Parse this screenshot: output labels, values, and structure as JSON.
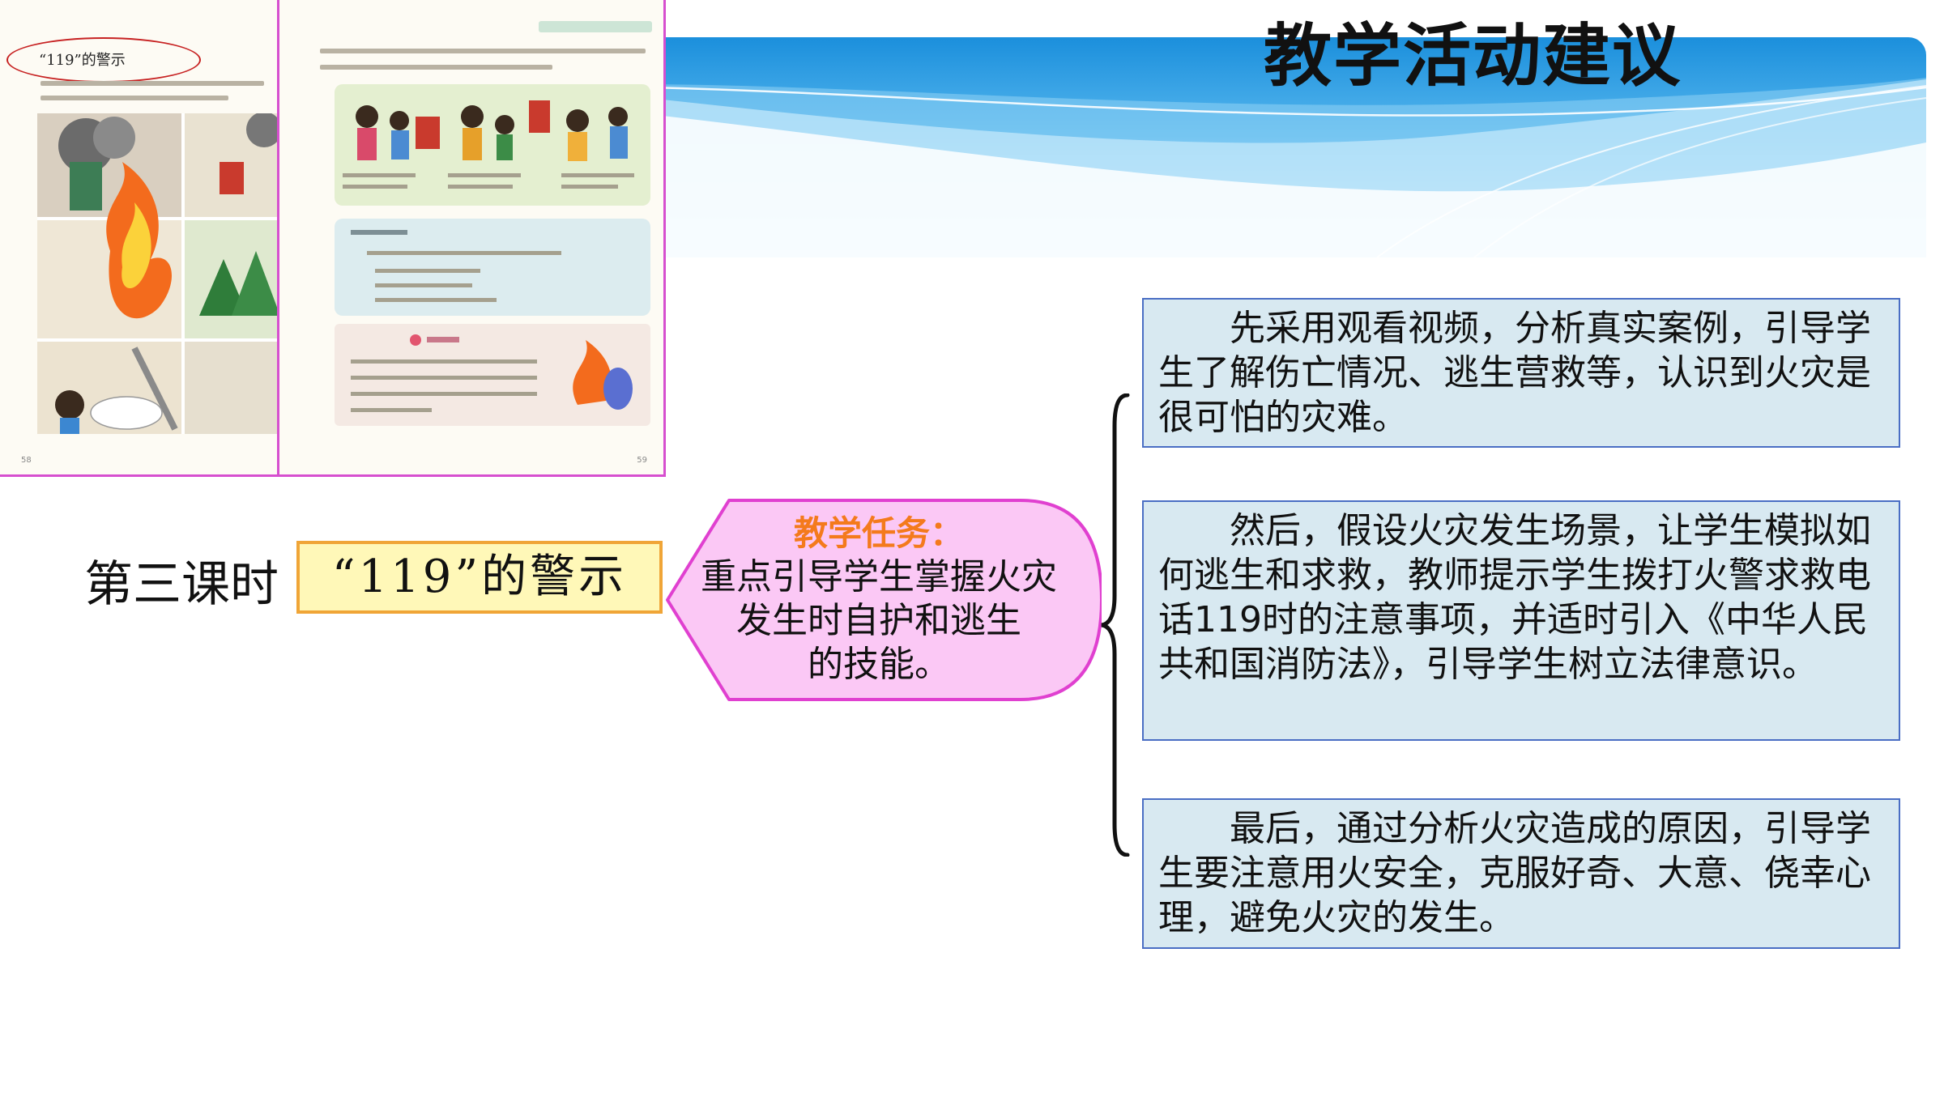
{
  "slide": {
    "title": "教学活动建议",
    "lesson_label": "第三课时",
    "lesson_title": "“119”的警示"
  },
  "textbook": {
    "left_page_title": "“119”的警示",
    "left_page_number": "58",
    "right_page_number": "59"
  },
  "task": {
    "heading": "教学任务：",
    "line1": "重点引导学生掌握火灾",
    "line2": "发生时自护和逃生",
    "line3": "的技能。"
  },
  "steps": [
    {
      "text": "先采用观看视频，分析真实案例，引导学生了解伤亡情况、逃生营救等，认识到火灾是很可怕的灾难。"
    },
    {
      "text": "然后，假设火灾发生场景，让学生模拟如何逃生和求救，教师提示学生拨打火警求救电话119时的注意事项，并适时引入《中华人民共和国消防法》，引导学生树立法律意识。"
    },
    {
      "text": "最后，通过分析火灾造成的原因，引导学生要注意用火安全，克服好奇、大意、侥幸心理，避免火灾的发生。"
    }
  ],
  "colors": {
    "banner_blue": "#2a9be0",
    "task_fill": "#fbc8f5",
    "task_border": "#e040d0",
    "task_heading": "#f47a1c",
    "title_box_fill": "#fff8b8",
    "title_box_border": "#f0a537",
    "step_fill": "#d8e9f1",
    "step_border": "#4a6ec4"
  }
}
